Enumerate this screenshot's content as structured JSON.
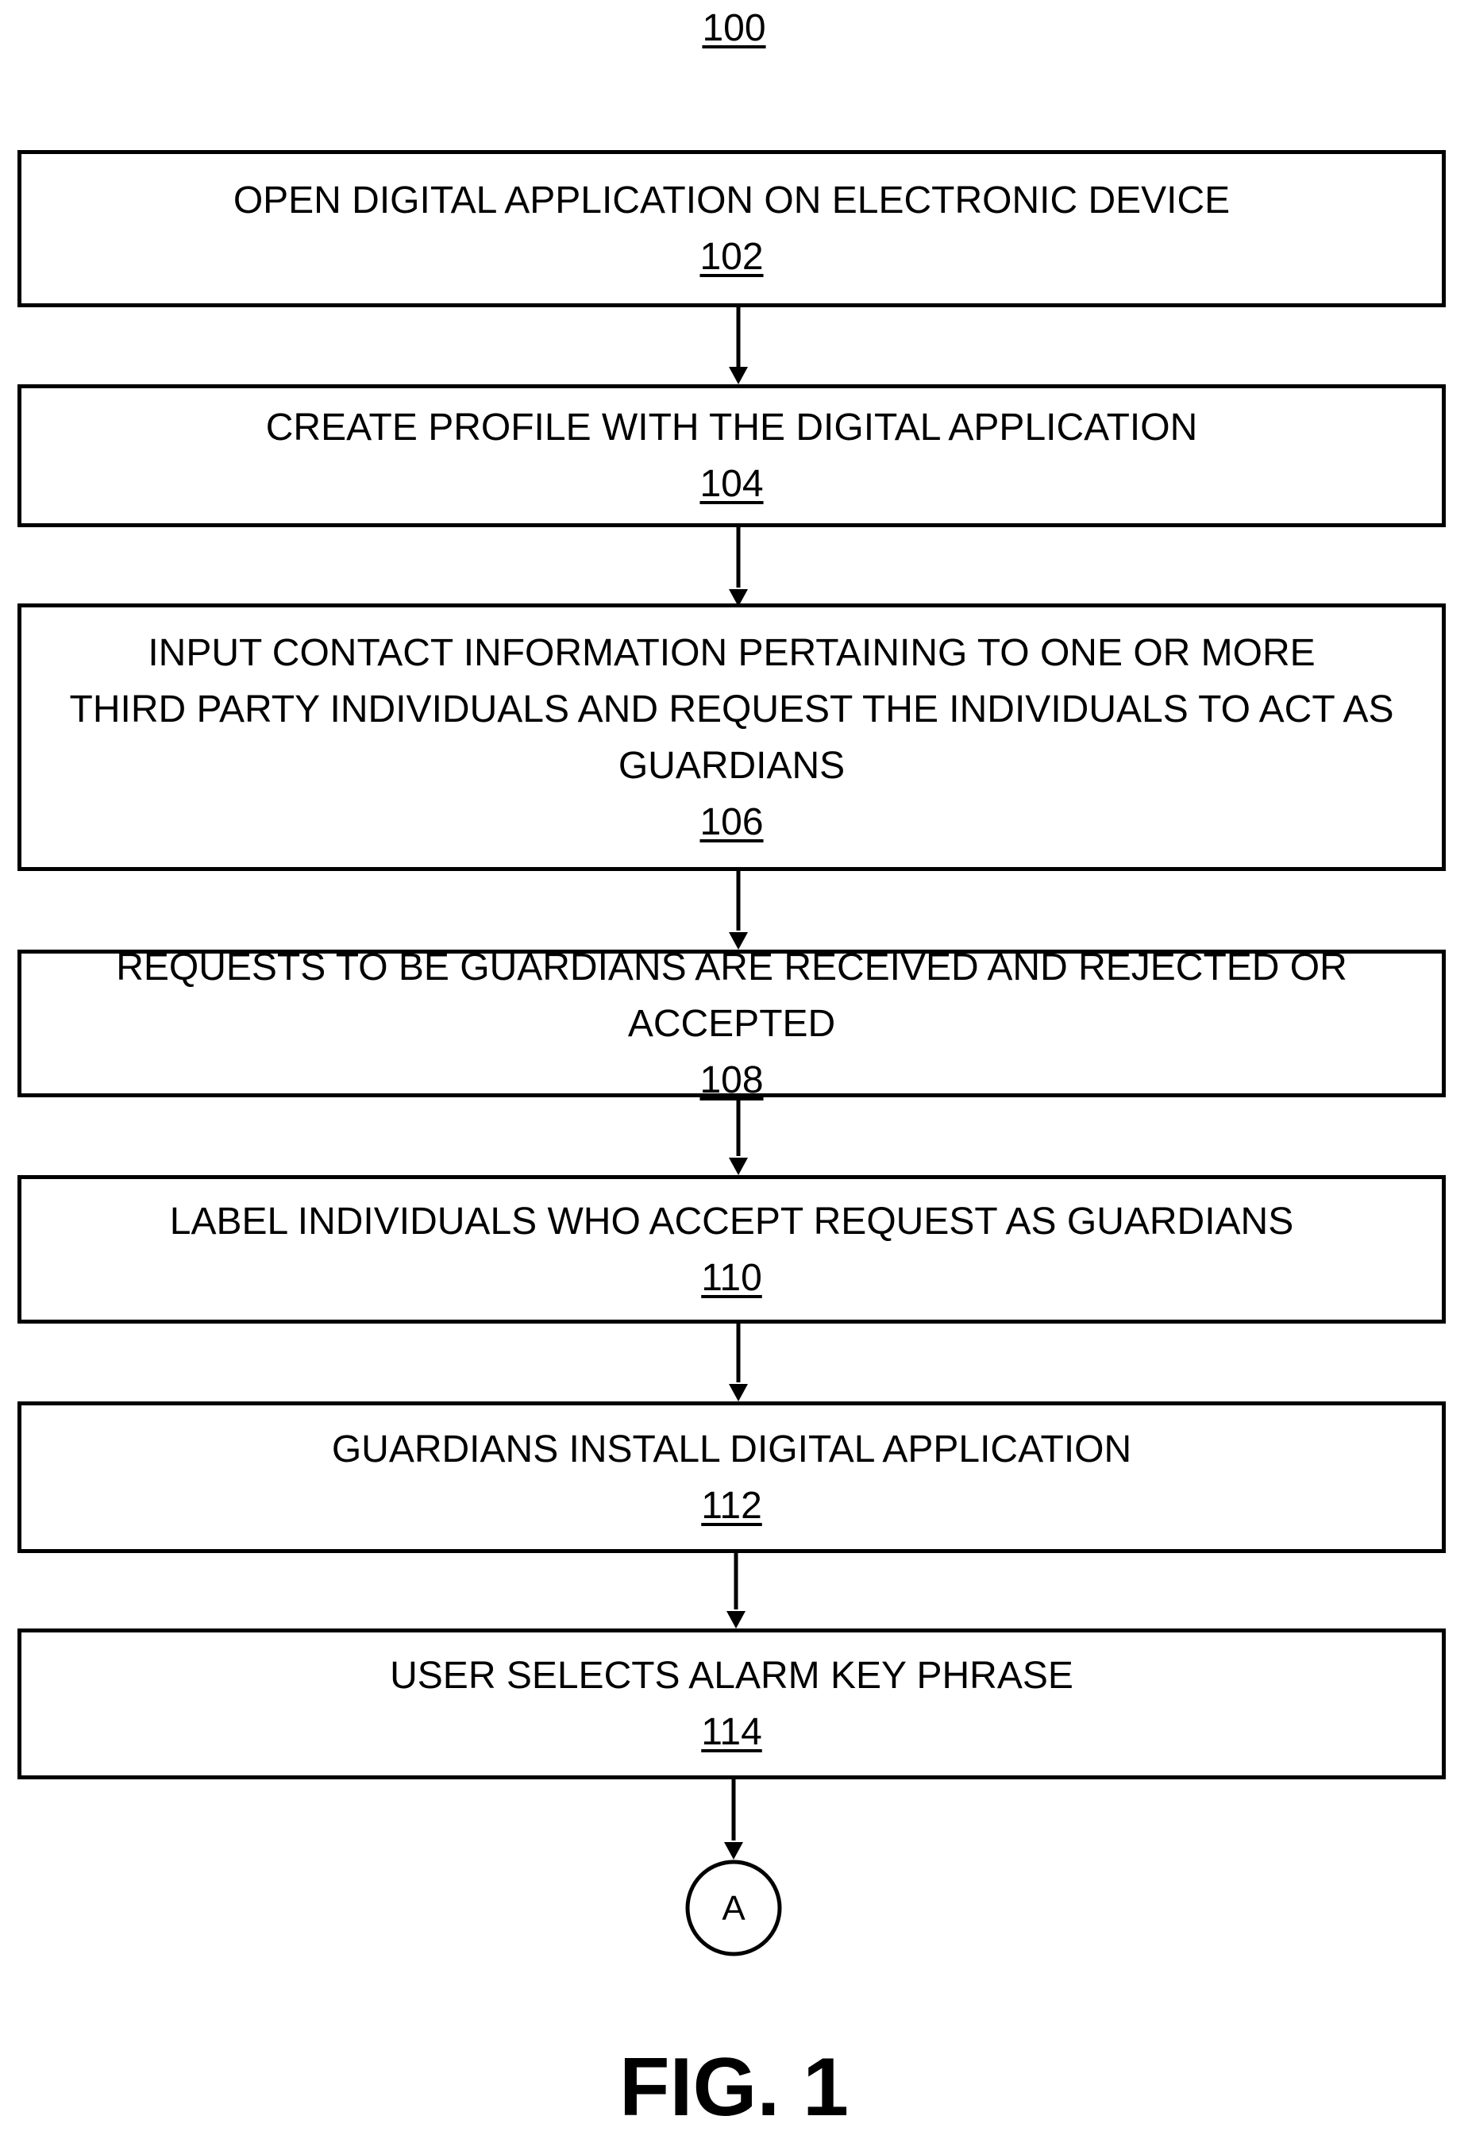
{
  "figure_ref": "100",
  "steps": [
    {
      "text": "OPEN DIGITAL APPLICATION ON ELECTRONIC DEVICE",
      "ref": "102"
    },
    {
      "text": "CREATE PROFILE WITH THE DIGITAL APPLICATION",
      "ref": "104"
    },
    {
      "text": "INPUT CONTACT INFORMATION PERTAINING TO ONE OR MORE\nTHIRD PARTY INDIVIDUALS AND REQUEST THE INDIVIDUALS TO ACT AS\nGUARDIANS",
      "ref": "106"
    },
    {
      "text": "REQUESTS TO BE GUARDIANS ARE RECEIVED AND REJECTED OR ACCEPTED",
      "ref": "108"
    },
    {
      "text": "LABEL INDIVIDUALS WHO ACCEPT REQUEST AS GUARDIANS",
      "ref": "110"
    },
    {
      "text": "GUARDIANS INSTALL DIGITAL APPLICATION",
      "ref": "112"
    },
    {
      "text": "USER SELECTS ALARM KEY PHRASE",
      "ref": "114"
    }
  ],
  "connector_label": "A",
  "figure_label": "FIG. 1"
}
